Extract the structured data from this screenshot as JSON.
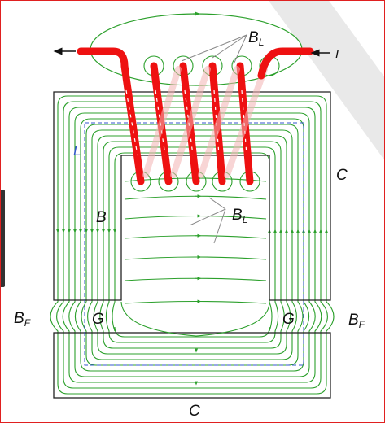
{
  "labels": {
    "leakage_top": {
      "main": "B",
      "sub": "L"
    },
    "leakage_mid": {
      "main": "B",
      "sub": "L"
    },
    "current": "I",
    "core_right": "C",
    "core_bottom": "C",
    "flux_inner": "L",
    "field": "B",
    "fringe_left": {
      "main": "B",
      "sub": "F"
    },
    "fringe_right": {
      "main": "B",
      "sub": "F"
    },
    "gap_left": "G",
    "gap_right": "G"
  },
  "colors": {
    "field_line": "#2ca02c",
    "winding": "#ee1111",
    "core_outline": "#222222",
    "mean_path": "#3355cc",
    "frame_border": "#e02020",
    "background_stripe": "#e9e9e9"
  },
  "winding_turns": 5,
  "icons": [
    "arrow-left-icon",
    "arrow-right-icon"
  ]
}
